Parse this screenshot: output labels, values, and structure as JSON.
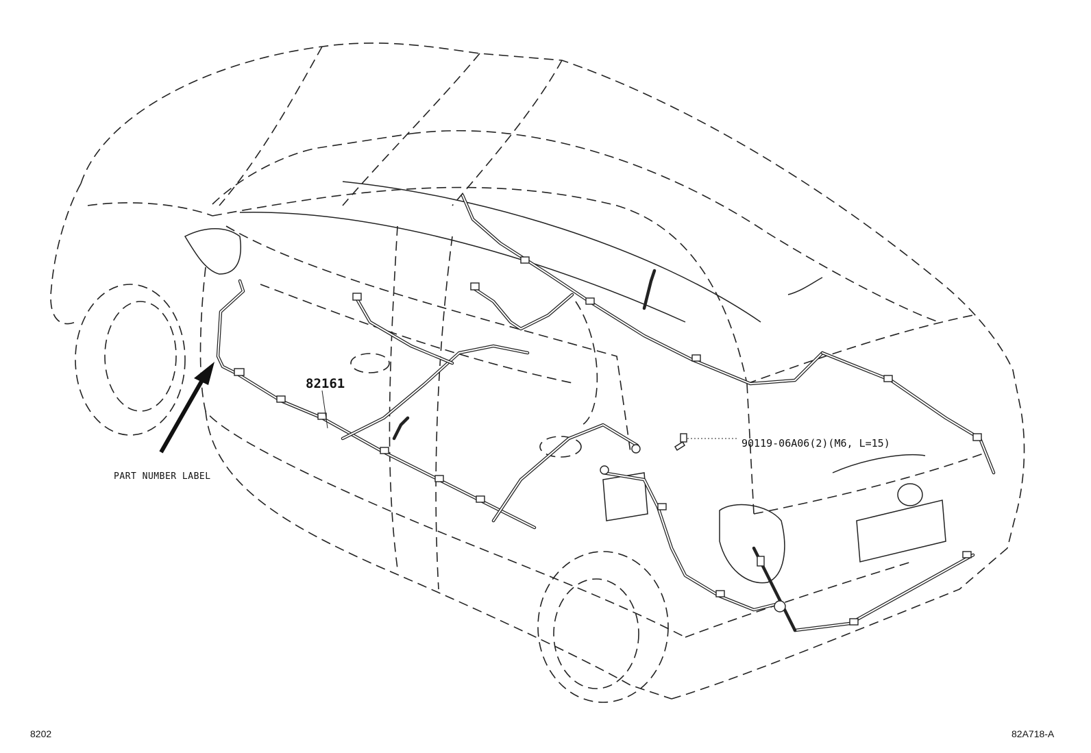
{
  "labels": {
    "harness_part_number": "82161",
    "bolt_part_number": "90119-06A06(2)(M6, L=15)",
    "part_number_label": "PART NUMBER LABEL",
    "page_reference": "8202",
    "figure_reference": "82A718-A"
  },
  "colors": {
    "line": "#222222",
    "background": "#ffffff"
  }
}
